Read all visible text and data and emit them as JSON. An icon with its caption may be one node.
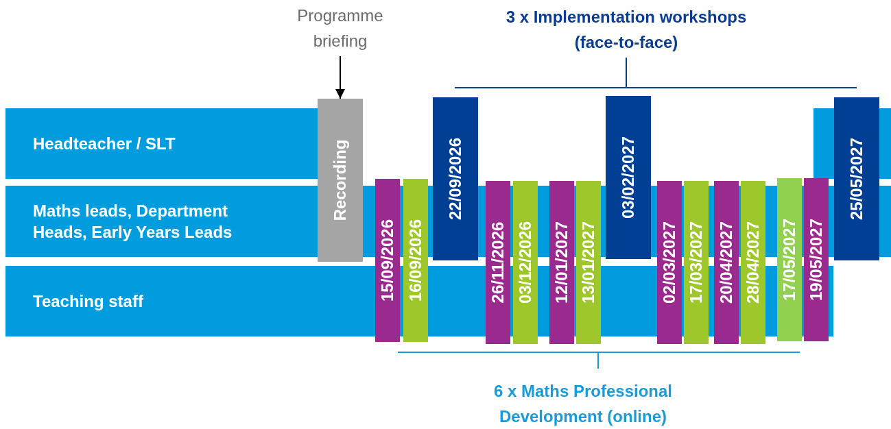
{
  "diagram": {
    "nodes": [
      {
        "text": [
          "Headteacher / SLT"
        ]
      },
      {
        "text": [
          "Maths leads, Department Heads, Early Years Leads"
        ]
      },
      {
        "text": [
          "Teaching staff"
        ]
      },
      {
        "text": [
          "Programme briefing"
        ]
      },
      {
        "text": [
          "Recording"
        ]
      },
      {
        "text": [
          "15/09/2026"
        ]
      },
      {
        "text": [
          "16/09/2026"
        ]
      },
      {
        "text": [
          "22/09/2026"
        ]
      },
      {
        "text": [
          "26/11/2026"
        ]
      },
      {
        "text": [
          "03/12/2026"
        ]
      },
      {
        "text": [
          "12/01/2027"
        ]
      },
      {
        "text": [
          "13/01/2027"
        ]
      },
      {
        "text": [
          "03/02/2027"
        ]
      },
      {
        "text": [
          "02/03/2027"
        ]
      },
      {
        "text": [
          "17/03/2027"
        ]
      },
      {
        "text": [
          "20/04/2027"
        ]
      },
      {
        "text": [
          "28/04/2027"
        ]
      },
      {
        "text": [
          "17/05/2027"
        ]
      },
      {
        "text": [
          "19/05/2027"
        ]
      },
      {
        "text": [
          "25/05/2027"
        ]
      }
    ],
    "edges": [
      {
        "from": 3,
        "to": 4,
        "arrow": "to"
      }
    ],
    "labels": [
      "3 x Implementation workshops (face-to-face)",
      "6 x Maths Professional Development (online)"
    ]
  }
}
